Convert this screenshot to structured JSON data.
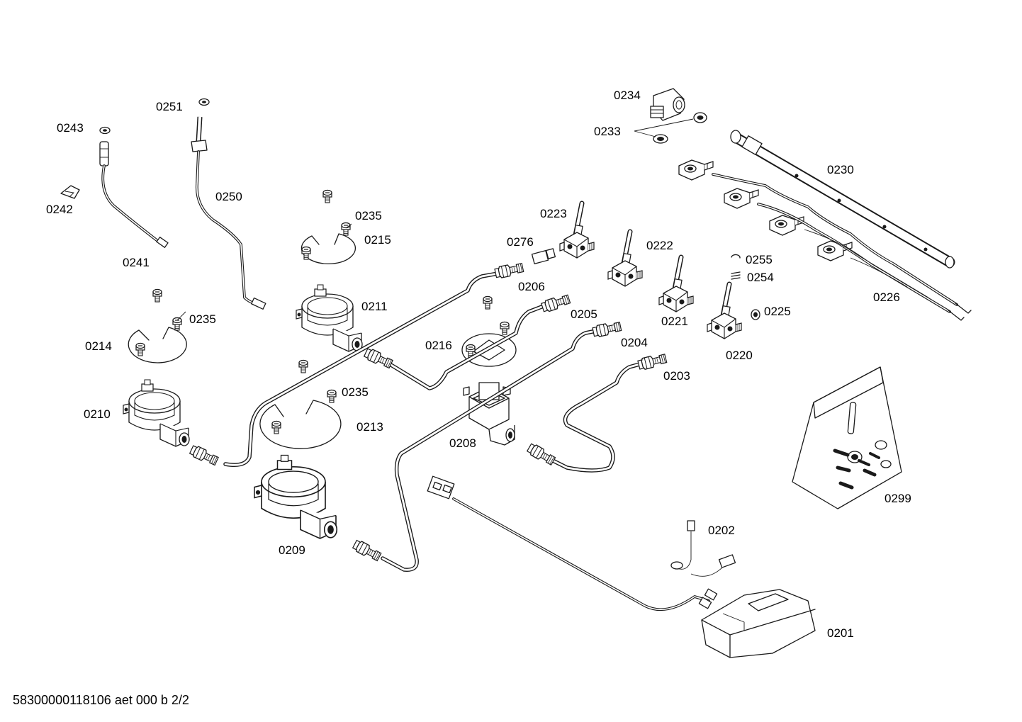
{
  "footer_text": "58300000118106 aet 000 b 2/2",
  "part_labels": {
    "p0201": "0201",
    "p0202": "0202",
    "p0203": "0203",
    "p0204": "0204",
    "p0205": "0205",
    "p0206": "0206",
    "p0208": "0208",
    "p0209": "0209",
    "p0210": "0210",
    "p0211": "0211",
    "p0213": "0213",
    "p0214": "0214",
    "p0215": "0215",
    "p0216": "0216",
    "p0220": "0220",
    "p0221": "0221",
    "p0222": "0222",
    "p0223": "0223",
    "p0225": "0225",
    "p0226": "0226",
    "p0230": "0230",
    "p0233": "0233",
    "p0234": "0234",
    "p0235": "0235",
    "p0241": "0241",
    "p0242": "0242",
    "p0243": "0243",
    "p0250": "0250",
    "p0251": "0251",
    "p0254": "0254",
    "p0255": "0255",
    "p0276": "0276",
    "p0299": "0299"
  }
}
